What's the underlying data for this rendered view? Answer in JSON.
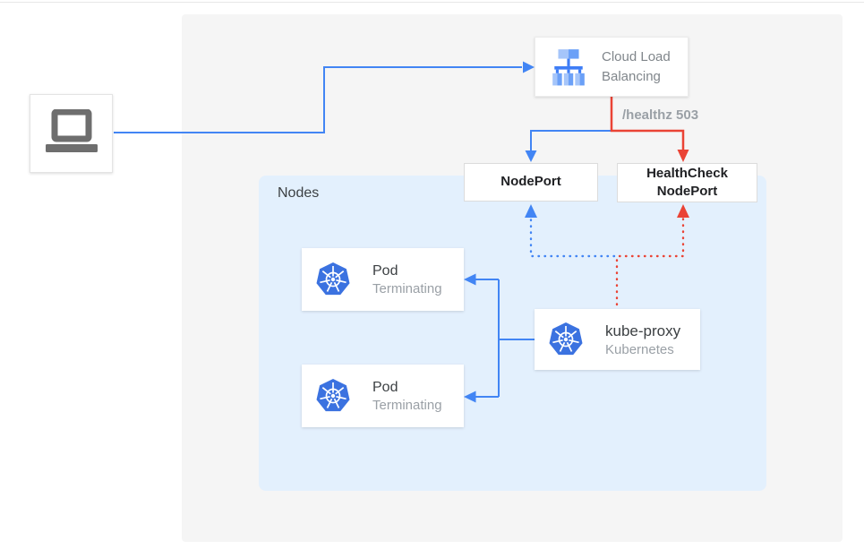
{
  "diagram": {
    "title_implicit": "Kubernetes external load balancer health-check flow",
    "nodes_container": {
      "label": "Nodes"
    },
    "client": {
      "icon": "laptop-icon"
    },
    "cloud_load_balancing": {
      "label": "Cloud Load Balancing",
      "icon": "load-balancer-icon"
    },
    "edge_labels": {
      "healthz": "/healthz 503"
    },
    "nodeport": {
      "label": "NodePort"
    },
    "healthcheck_nodeport": {
      "label": "HealthCheck NodePort"
    },
    "pods": [
      {
        "title": "Pod",
        "subtitle": "Terminating",
        "icon": "kubernetes-icon"
      },
      {
        "title": "Pod",
        "subtitle": "Terminating",
        "icon": "kubernetes-icon"
      }
    ],
    "kube_proxy": {
      "title": "kube-proxy",
      "subtitle": "Kubernetes",
      "icon": "kubernetes-icon"
    },
    "colors": {
      "blue_accent": "#4285f4",
      "red_accent": "#ea4335",
      "panel_bg": "#f5f5f5",
      "nodes_bg": "#e3f0fd",
      "kubernetes_blue": "#3b72e0",
      "text_dark": "#3c4043",
      "text_gray": "#9aa0a6"
    }
  }
}
